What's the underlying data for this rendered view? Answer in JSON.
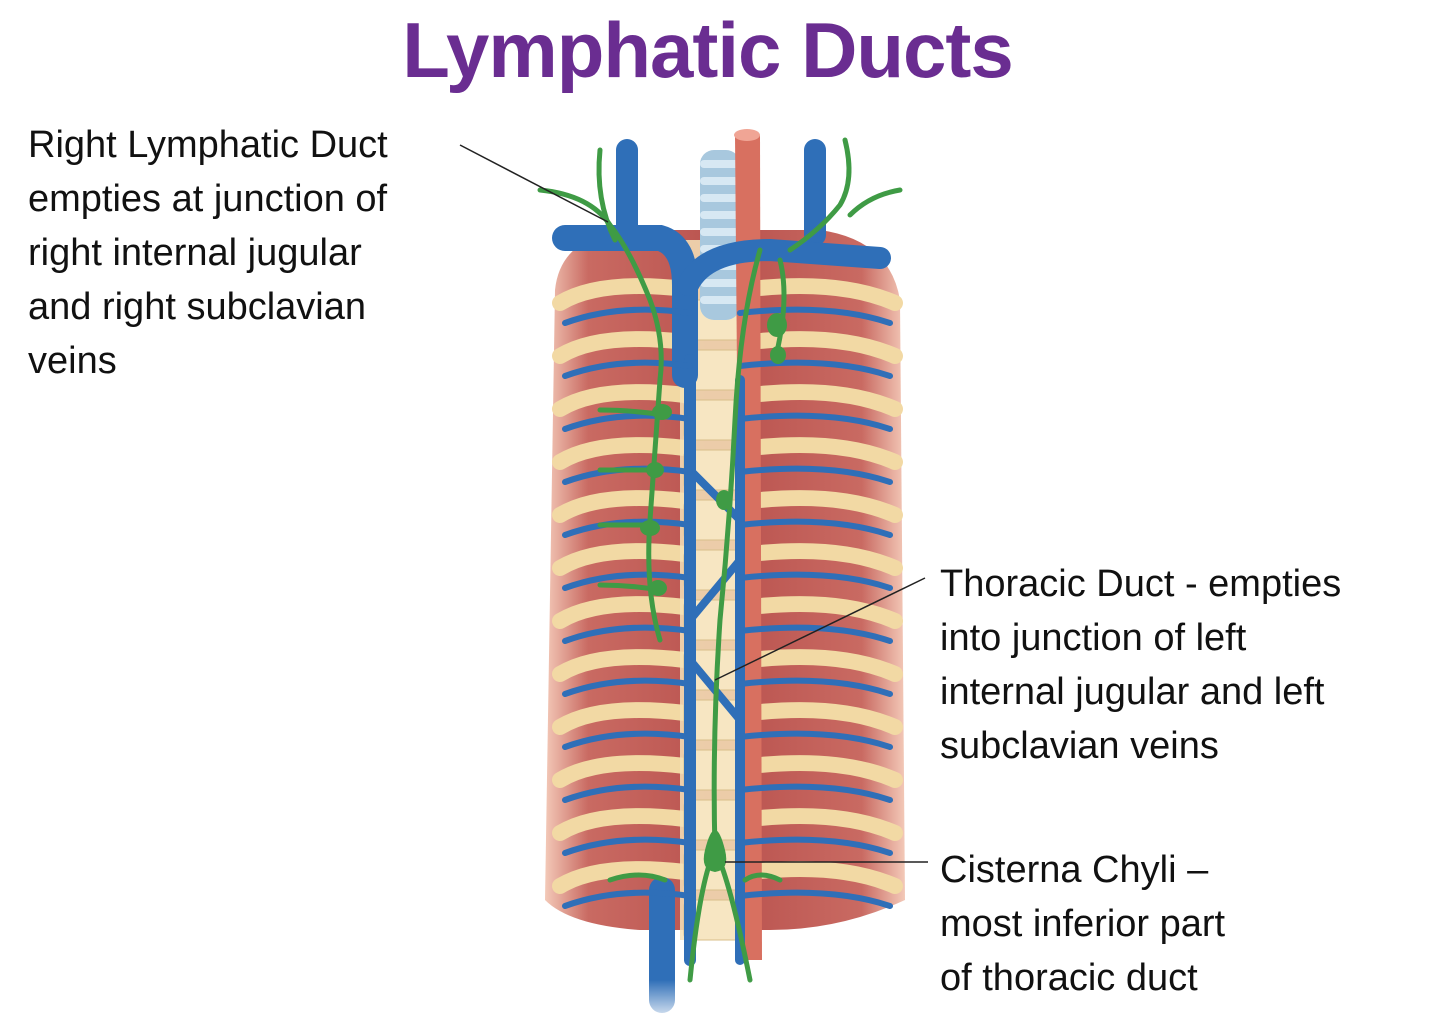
{
  "title": "Lymphatic Ducts",
  "colors": {
    "title": "#6a2d91",
    "vein": "#2f6fb8",
    "lymph": "#3f9b45",
    "muscle": "#c45a55",
    "rib": "#f2d9a4",
    "artery": "#d87060",
    "trachea": "#a8c8de"
  },
  "labels": {
    "right_lymphatic": {
      "lines": [
        "Right Lymphatic Duct",
        "empties at junction of",
        "right internal jugular",
        "and right subclavian",
        "veins"
      ]
    },
    "thoracic": {
      "lines": [
        "Thoracic Duct - empties",
        "into junction of left",
        "internal jugular and left",
        "subclavian veins"
      ]
    },
    "cisterna": {
      "lines": [
        "Cisterna Chyli –",
        "most inferior part",
        "of thoracic duct"
      ]
    }
  }
}
